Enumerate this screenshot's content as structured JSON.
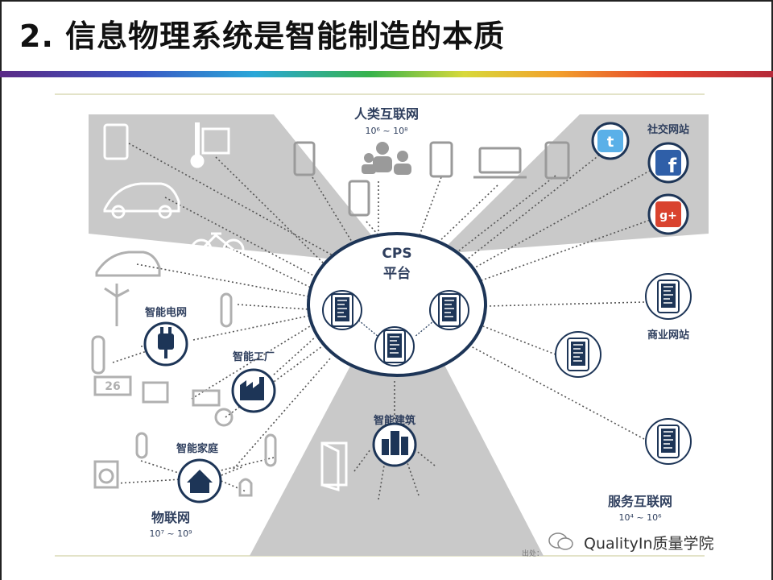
{
  "slide": {
    "title": "2. 信息物理系统是智能制造的本质"
  },
  "center": {
    "title": "CPS",
    "subtitle": "平台"
  },
  "labels": {
    "human_internet": "人类互联网",
    "human_internet_range": "10⁶ ~ 10⁸",
    "social_sites": "社交网站",
    "business_sites": "商业网站",
    "smart_grid": "智能电网",
    "smart_factory": "智能工厂",
    "smart_home": "智能家庭",
    "smart_building": "智能建筑",
    "iot": "物联网",
    "iot_range": "10⁷ ~ 10⁹",
    "service_internet": "服务互联网",
    "service_internet_range": "10⁴ ~ 10⁶",
    "meter_reading": "26"
  },
  "footer": {
    "watermark": "QualityIn质量学院",
    "source": "出处："
  },
  "colors": {
    "navy": "#1d3557",
    "gray_zone": "#c8c8c8",
    "accent_red": "#d9432f",
    "accent_blue": "#2f5fa8"
  },
  "icons": [
    "phone-icon",
    "thermometer-icon",
    "medical-icon",
    "electric-car-icon",
    "bicycle-icon",
    "people-icon",
    "tablet-icon",
    "laptop-icon",
    "twitter-icon",
    "facebook-icon",
    "google-plus-icon",
    "server-icon",
    "plug-icon",
    "factory-icon",
    "house-icon",
    "building-icon",
    "door-icon",
    "wind-turbine-icon",
    "solar-panel-icon",
    "washing-machine-icon",
    "alarm-icon",
    "wechat-icon"
  ]
}
